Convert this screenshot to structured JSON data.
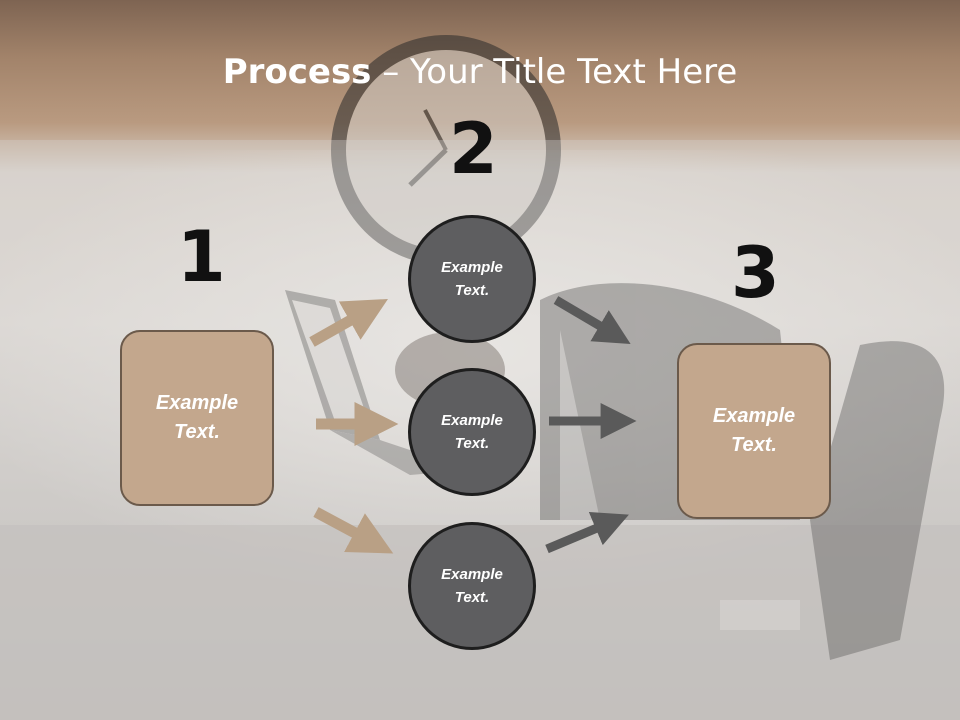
{
  "title": {
    "bold": "Process",
    "rest": " – Your Title Text Here"
  },
  "numbers": [
    "1",
    "2",
    "3"
  ],
  "boxes": {
    "left": "Example\nText.",
    "right": "Example\nText."
  },
  "circles": [
    "Example\nText.",
    "Example\nText.",
    "Example\nText."
  ],
  "colors": {
    "box_fill": "#c3a78d",
    "circle_fill": "#5e5e60",
    "tan_arrow": "#b9a085",
    "dark_arrow": "#5a5a5a",
    "header_band": "#8f7058"
  }
}
